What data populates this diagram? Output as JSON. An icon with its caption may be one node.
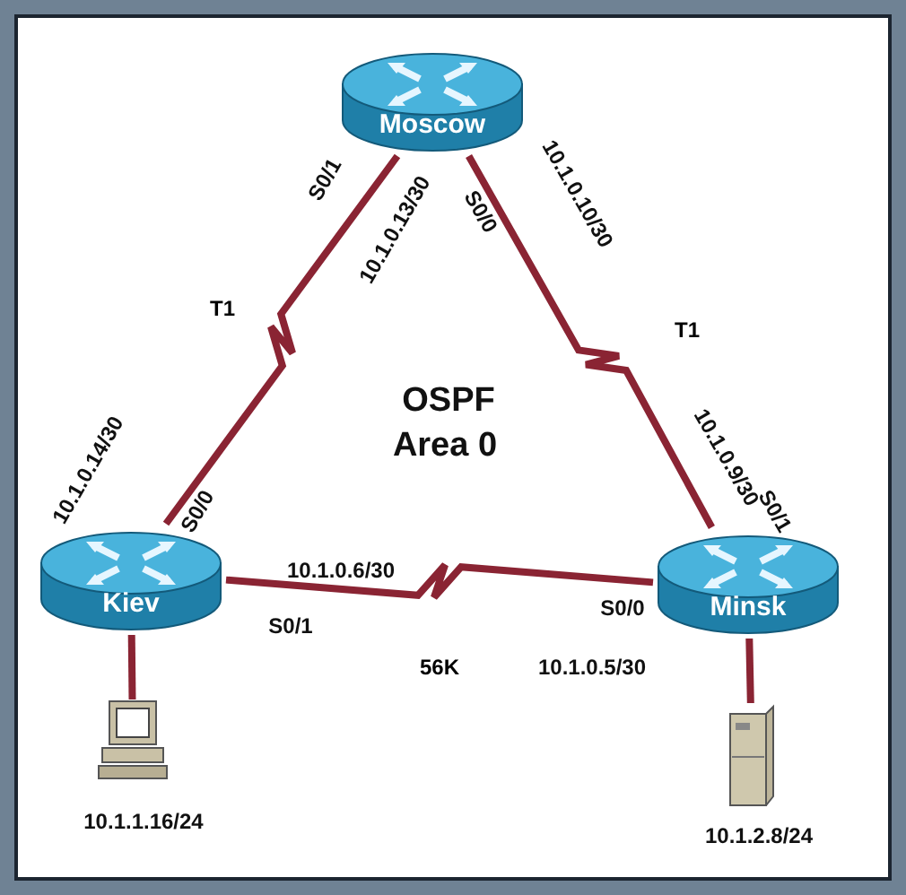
{
  "diagram": {
    "nodes": [
      {
        "text": [
          "Moscow"
        ]
      },
      {
        "text": [
          "Kiev"
        ]
      },
      {
        "text": [
          "Minsk"
        ]
      },
      {
        "text": [],
        "shape": "computer",
        "beside": [
          "10.1.1.16/24"
        ]
      },
      {
        "text": [],
        "shape": "server",
        "beside": [
          "10.1.2.8/24"
        ]
      }
    ],
    "edges": [
      {
        "from": 0,
        "to": 1,
        "arrow": "none",
        "label": "T1"
      },
      {
        "from": 0,
        "to": 2,
        "arrow": "none",
        "label": "T1"
      },
      {
        "from": 1,
        "to": 2,
        "arrow": "none",
        "label": "56K"
      },
      {
        "from": 1,
        "to": 3,
        "arrow": "none"
      },
      {
        "from": 2,
        "to": 4,
        "arrow": "none"
      }
    ],
    "labels": [
      "S0/1",
      "10.1.0.13/30",
      "S0/0",
      "10.1.0.10/30",
      "OSPF",
      "Area 0",
      "10.1.0.14/30",
      "S0/0",
      "10.1.0.9/30",
      "S0/1",
      "10.1.0.6/30",
      "S0/1",
      "S0/0",
      "10.1.0.5/30"
    ]
  }
}
